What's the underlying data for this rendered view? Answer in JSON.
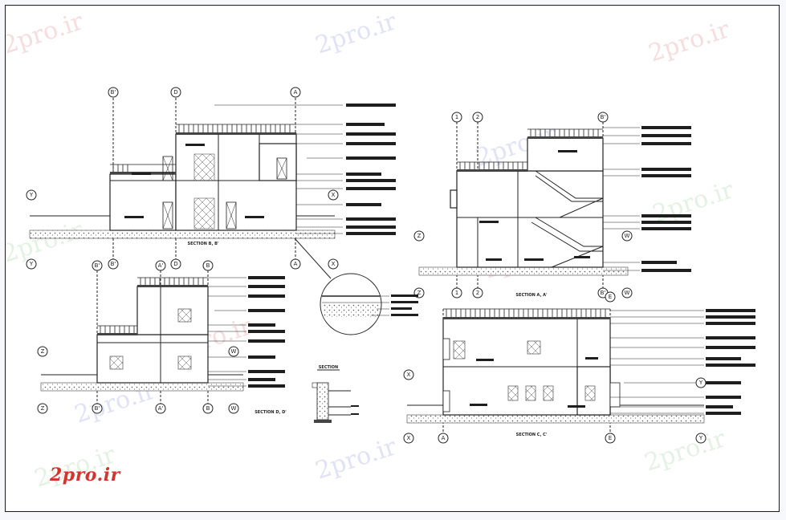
{
  "logo": {
    "text": "2pro.ir"
  },
  "watermark": {
    "text": "2pro.ir"
  },
  "sections": [
    {
      "id": "sec-b",
      "title": "SECTION B, B'"
    },
    {
      "id": "sec-a",
      "title": "SECTION A, A'"
    },
    {
      "id": "sec-d",
      "title": "SECTION D, D'"
    },
    {
      "id": "sec-c",
      "title": "SECTION C, C'"
    },
    {
      "id": "detail",
      "title": "SECTION"
    }
  ],
  "grid_labels": {
    "b_top": [
      "B'",
      "D",
      "A"
    ],
    "b_side": [
      "Y",
      "X"
    ],
    "b_bottom": [
      "Y",
      "B'",
      "D",
      "A",
      "X"
    ],
    "a_top": [
      "1",
      "2",
      "B'"
    ],
    "a_side": [
      "Z",
      "W"
    ],
    "a_bottom": [
      "Z",
      "1",
      "2",
      "B'",
      "W"
    ],
    "d_top": [
      "B'",
      "A'",
      "B"
    ],
    "d_side": [
      "Z",
      "W"
    ],
    "d_bottom": [
      "Z",
      "B'",
      "A'",
      "B",
      "W"
    ],
    "c_top": [
      "E"
    ],
    "c_side": [
      "X",
      "Y"
    ],
    "c_bottom": [
      "X",
      "A",
      "E",
      "Y"
    ]
  },
  "colors": {
    "ink": "#1e1e1e",
    "logo": "#d8322c",
    "watermark": "#f0c4c4"
  }
}
